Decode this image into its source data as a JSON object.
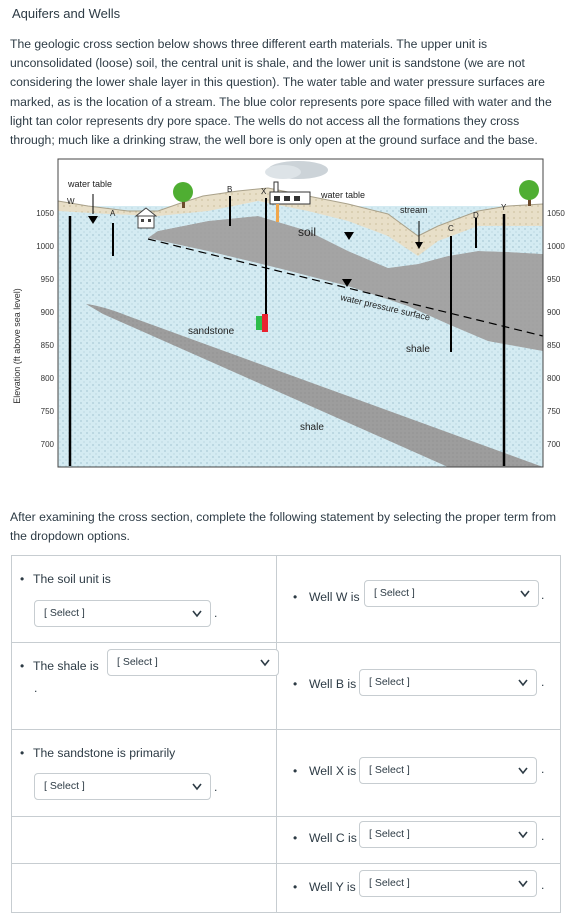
{
  "title": "Aquifers and Wells",
  "intro": "The geologic cross section below shows three different earth materials. The upper unit is unconsolidated (loose) soil, the central unit is shale, and the lower unit is sandstone (we are not considering the lower shale layer in this question). The water table and water pressure surfaces are marked, as is the location of a stream. The blue color represents pore space filled with water and the light tan color represents dry pore space. The wells do not access all the formations they cross through; much like a drinking straw, the well bore is only open at the ground surface and the base.",
  "figure": {
    "ylabel": "Elevation (ft above sea level)",
    "yticks": [
      "1050",
      "1000",
      "950",
      "900",
      "850",
      "800",
      "750",
      "700"
    ],
    "labels": {
      "water_table_left": "water table",
      "water_table_right": "water table",
      "stream": "stream",
      "soil": "soil",
      "sandstone": "sandstone",
      "shale_upper": "shale",
      "shale_lower": "shale",
      "water_pressure_surface": "water pressure surface"
    },
    "wells": {
      "W": "W",
      "A": "A",
      "B": "B",
      "X": "X",
      "C": "C",
      "D": "D",
      "Y": "Y"
    }
  },
  "after_text": "After examining the cross section, complete the following statement by selecting the proper term from the dropdown options.",
  "select_placeholder": "[ Select ]",
  "questions": {
    "soil": "The soil unit is",
    "shale": "The shale is",
    "sandstone": "The sandstone is primarily",
    "well_w": "Well W is",
    "well_b": "Well B is",
    "well_x": "Well X is",
    "well_c": "Well C is",
    "well_y": "Well Y is"
  },
  "colors": {
    "text": "#2d3b45",
    "border": "#c7cdd1",
    "saturated": "#d4ebf2",
    "dry": "#e8dfc8",
    "shale": "#a3a3a3",
    "lower_shale": "#8d8d8d",
    "sky": "#ffffff"
  }
}
